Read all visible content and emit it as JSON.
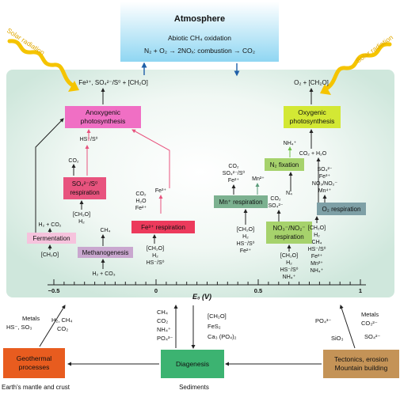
{
  "atmosphere": {
    "title": "Atmosphere",
    "line1": "Abiotic CH₄ oxidation",
    "line2": "N₂ + O₂ → 2NOₓ: combustion → CO₂"
  },
  "solar": {
    "left": "Solar radiation",
    "right": "Solar radiation"
  },
  "top_products": {
    "anoxygenic": "Fe³⁺, SO₄²⁻/S⁰ + [CH₂O]",
    "oxygenic": "O₂ + [CH₂O]"
  },
  "boxes": {
    "anoxygenic": [
      "Anoxygenic",
      "photosynthesis"
    ],
    "oxygenic": [
      "Oxygenic",
      "photosynthesis"
    ],
    "sulfate": [
      "SO₄²⁻/S⁰",
      "respiration"
    ],
    "fermentation": "Fermentation",
    "methanogenesis": "Methanogenesis",
    "fe_resp": "Fe³⁺ respiration",
    "mn_resp": "Mn⁺ respiration",
    "n2fix": "N₂ fixation",
    "no3_resp": [
      "NO₃⁻/NO₂⁻",
      "respiration"
    ],
    "o2_resp": "O₂ respiration"
  },
  "labels": {
    "hs_s0": "HS⁻/S⁰",
    "co2": "CO₂",
    "ch2o_h2": [
      "[CH₂O]",
      "H₂"
    ],
    "h2_co2": "H₂ + CO₂",
    "ch2o": "[CH₂O]",
    "ch4": "CH₄",
    "h2_co3": "H₂ + CO₃",
    "fe3": "Fe³⁺",
    "fe_products": [
      "CO₂",
      "H₂O",
      "Fe²⁺"
    ],
    "fe_substrates": [
      "[CH₂O]",
      "H₂",
      "HS⁻/S⁰"
    ],
    "mn_products": [
      "CO₂",
      "SO₄²⁻/S⁰",
      "Fe²⁺"
    ],
    "mn2": "Mn²⁺",
    "mn_substrates": [
      "[CH₂O]",
      "H₂",
      "HS⁻/S⁰",
      "Fe²⁺"
    ],
    "nh4_top": "NH₄⁺",
    "co2_h2o": "CO₂ + H₂O",
    "n4": "N₄",
    "no3_products": [
      "CO₂",
      "SO₄²⁻"
    ],
    "no3_substrates": [
      "[CH₂O]",
      "H₂",
      "HS⁻/S⁰",
      "NH₄⁺"
    ],
    "o2_products": [
      "SO₄²⁻",
      "Fe³⁺",
      "NO₃/NO₂⁻",
      "Mn⁴⁺"
    ],
    "o2_substrates": [
      "[CH₂O]",
      "H₂",
      "CH₄",
      "HS⁻/S⁰",
      "Fe²⁺",
      "Mn²⁺",
      "NH₄⁺"
    ]
  },
  "axis": {
    "title": "E₀ (V)",
    "ticks": [
      {
        "value": -0.5,
        "label": "−0.5"
      },
      {
        "value": 0,
        "label": "0"
      },
      {
        "value": 0.5,
        "label": "0.5"
      },
      {
        "value": 1,
        "label": "1"
      }
    ]
  },
  "bottom": {
    "geothermal": [
      "Geothermal",
      "processes"
    ],
    "diagenesis": "Diagenesis",
    "tectonics": [
      "Tectonics, erosion",
      "Mountain building"
    ],
    "earth_caption": "Earth's mantle and crust",
    "sediments_caption": "Sediments",
    "geo_out": [
      "Metals",
      "HS⁻, SO₃"
    ],
    "geo_gas": [
      "H₂, CH₄",
      "CO₂"
    ],
    "diag_up": [
      "CH₄",
      "CO₂",
      "NH₄⁺",
      "PO₄³⁻"
    ],
    "diag_down": [
      "[CH₂O]",
      "FeS₂",
      "Ca₃ (PO₄)₂"
    ],
    "tect_out_left": [
      "PO₄³⁻",
      "SiO₃"
    ],
    "tect_out_right": [
      "Metals",
      "CO₃²⁻",
      "SO₄²⁻"
    ]
  },
  "colors": {
    "pink": "#f06fc4",
    "green": "#d3e834",
    "light_pink": "#f6c3dd",
    "magenta_box": "#e8537e",
    "purple": "#c9a7cf",
    "red_box": "#ec3a5c",
    "teal_box": "#7cb190",
    "lime_box": "#a6d26c",
    "grey_box": "#7ea0a6",
    "orange": "#e85c1f",
    "dgreen": "#3cb371",
    "tan": "#c49357",
    "atmo_top": "#9fdcf3",
    "bg_area": "#d7ece3"
  }
}
